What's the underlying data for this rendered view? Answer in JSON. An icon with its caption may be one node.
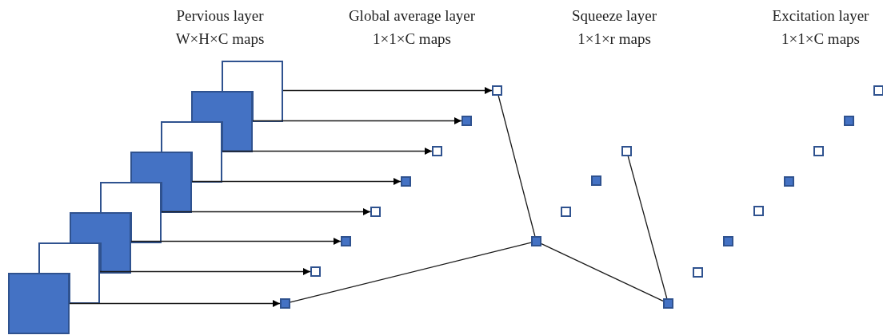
{
  "diagram": {
    "nodes": [
      {
        "text": [],
        "shape": "box"
      },
      {
        "text": [],
        "shape": "box"
      },
      {
        "text": [],
        "shape": "box"
      },
      {
        "text": [],
        "shape": "box"
      },
      {
        "text": [],
        "shape": "box"
      },
      {
        "text": [],
        "shape": "box"
      },
      {
        "text": [],
        "shape": "box"
      },
      {
        "text": [],
        "shape": "box"
      },
      {
        "text": [],
        "shape": "box"
      },
      {
        "text": [],
        "shape": "box"
      },
      {
        "text": [],
        "shape": "box"
      },
      {
        "text": [],
        "shape": "box"
      },
      {
        "text": [],
        "shape": "box"
      },
      {
        "text": [],
        "shape": "box"
      },
      {
        "text": [],
        "shape": "box"
      },
      {
        "text": [],
        "shape": "box"
      },
      {
        "text": [],
        "shape": "box"
      },
      {
        "text": [],
        "shape": "box"
      },
      {
        "text": [],
        "shape": "box"
      },
      {
        "text": [],
        "shape": "box"
      },
      {
        "text": [],
        "shape": "box"
      },
      {
        "text": [],
        "shape": "box"
      },
      {
        "text": [],
        "shape": "box"
      },
      {
        "text": [],
        "shape": "box"
      },
      {
        "text": [],
        "shape": "box"
      },
      {
        "text": [],
        "shape": "box"
      },
      {
        "text": [],
        "shape": "box"
      },
      {
        "text": [],
        "shape": "box"
      }
    ],
    "edges": [
      {
        "from": 0,
        "to": 8,
        "arrow": "to"
      },
      {
        "from": 1,
        "to": 9,
        "arrow": "to"
      },
      {
        "from": 2,
        "to": 10,
        "arrow": "to"
      },
      {
        "from": 3,
        "to": 11,
        "arrow": "to"
      },
      {
        "from": 4,
        "to": 12,
        "arrow": "to"
      },
      {
        "from": 5,
        "to": 13,
        "arrow": "to"
      },
      {
        "from": 6,
        "to": 14,
        "arrow": "to"
      },
      {
        "from": 7,
        "to": 15,
        "arrow": "to"
      },
      {
        "from": 8,
        "to": 16,
        "arrow": "none"
      },
      {
        "from": 15,
        "to": 16,
        "arrow": "none"
      },
      {
        "from": 16,
        "to": 20,
        "arrow": "none"
      },
      {
        "from": 19,
        "to": 20,
        "arrow": "none"
      }
    ],
    "labels": [
      "Pervious layer",
      "W×H×C maps",
      "Global average layer",
      "1×1×C maps",
      "Squeeze layer",
      "1×1×r maps",
      "Excitation layer",
      "1×1×C maps"
    ]
  }
}
